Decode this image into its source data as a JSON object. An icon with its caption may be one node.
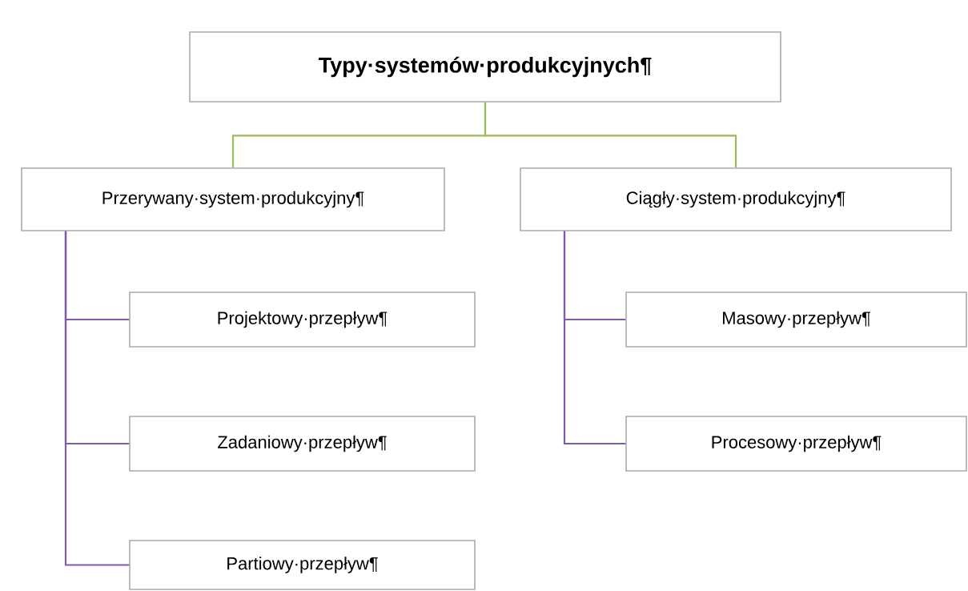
{
  "diagram": {
    "nodes": [
      {
        "text": [
          "Typy·systemów·produkcyjnych¶"
        ]
      },
      {
        "text": [
          "Przerywany·system·produkcyjny¶"
        ]
      },
      {
        "text": [
          "Ciągły·system·produkcyjny¶"
        ]
      },
      {
        "text": [
          "Projektowy·przepływ¶"
        ]
      },
      {
        "text": [
          "Zadaniowy·przepływ¶"
        ]
      },
      {
        "text": [
          "Partiowy·przepływ¶"
        ]
      },
      {
        "text": [
          "Masowy·przepływ¶"
        ]
      },
      {
        "text": [
          "Procesowy·przepływ¶"
        ]
      }
    ],
    "edges": [
      {
        "from": 0,
        "to": 1,
        "arrow": "none",
        "color": "#9bbb59"
      },
      {
        "from": 0,
        "to": 2,
        "arrow": "none",
        "color": "#9bbb59"
      },
      {
        "from": 1,
        "to": 3,
        "arrow": "none"
      },
      {
        "from": 1,
        "to": 4,
        "arrow": "none"
      },
      {
        "from": 1,
        "to": 5,
        "arrow": "none"
      },
      {
        "from": 2,
        "to": 6,
        "arrow": "none"
      },
      {
        "from": 2,
        "to": 7,
        "arrow": "none"
      }
    ]
  }
}
